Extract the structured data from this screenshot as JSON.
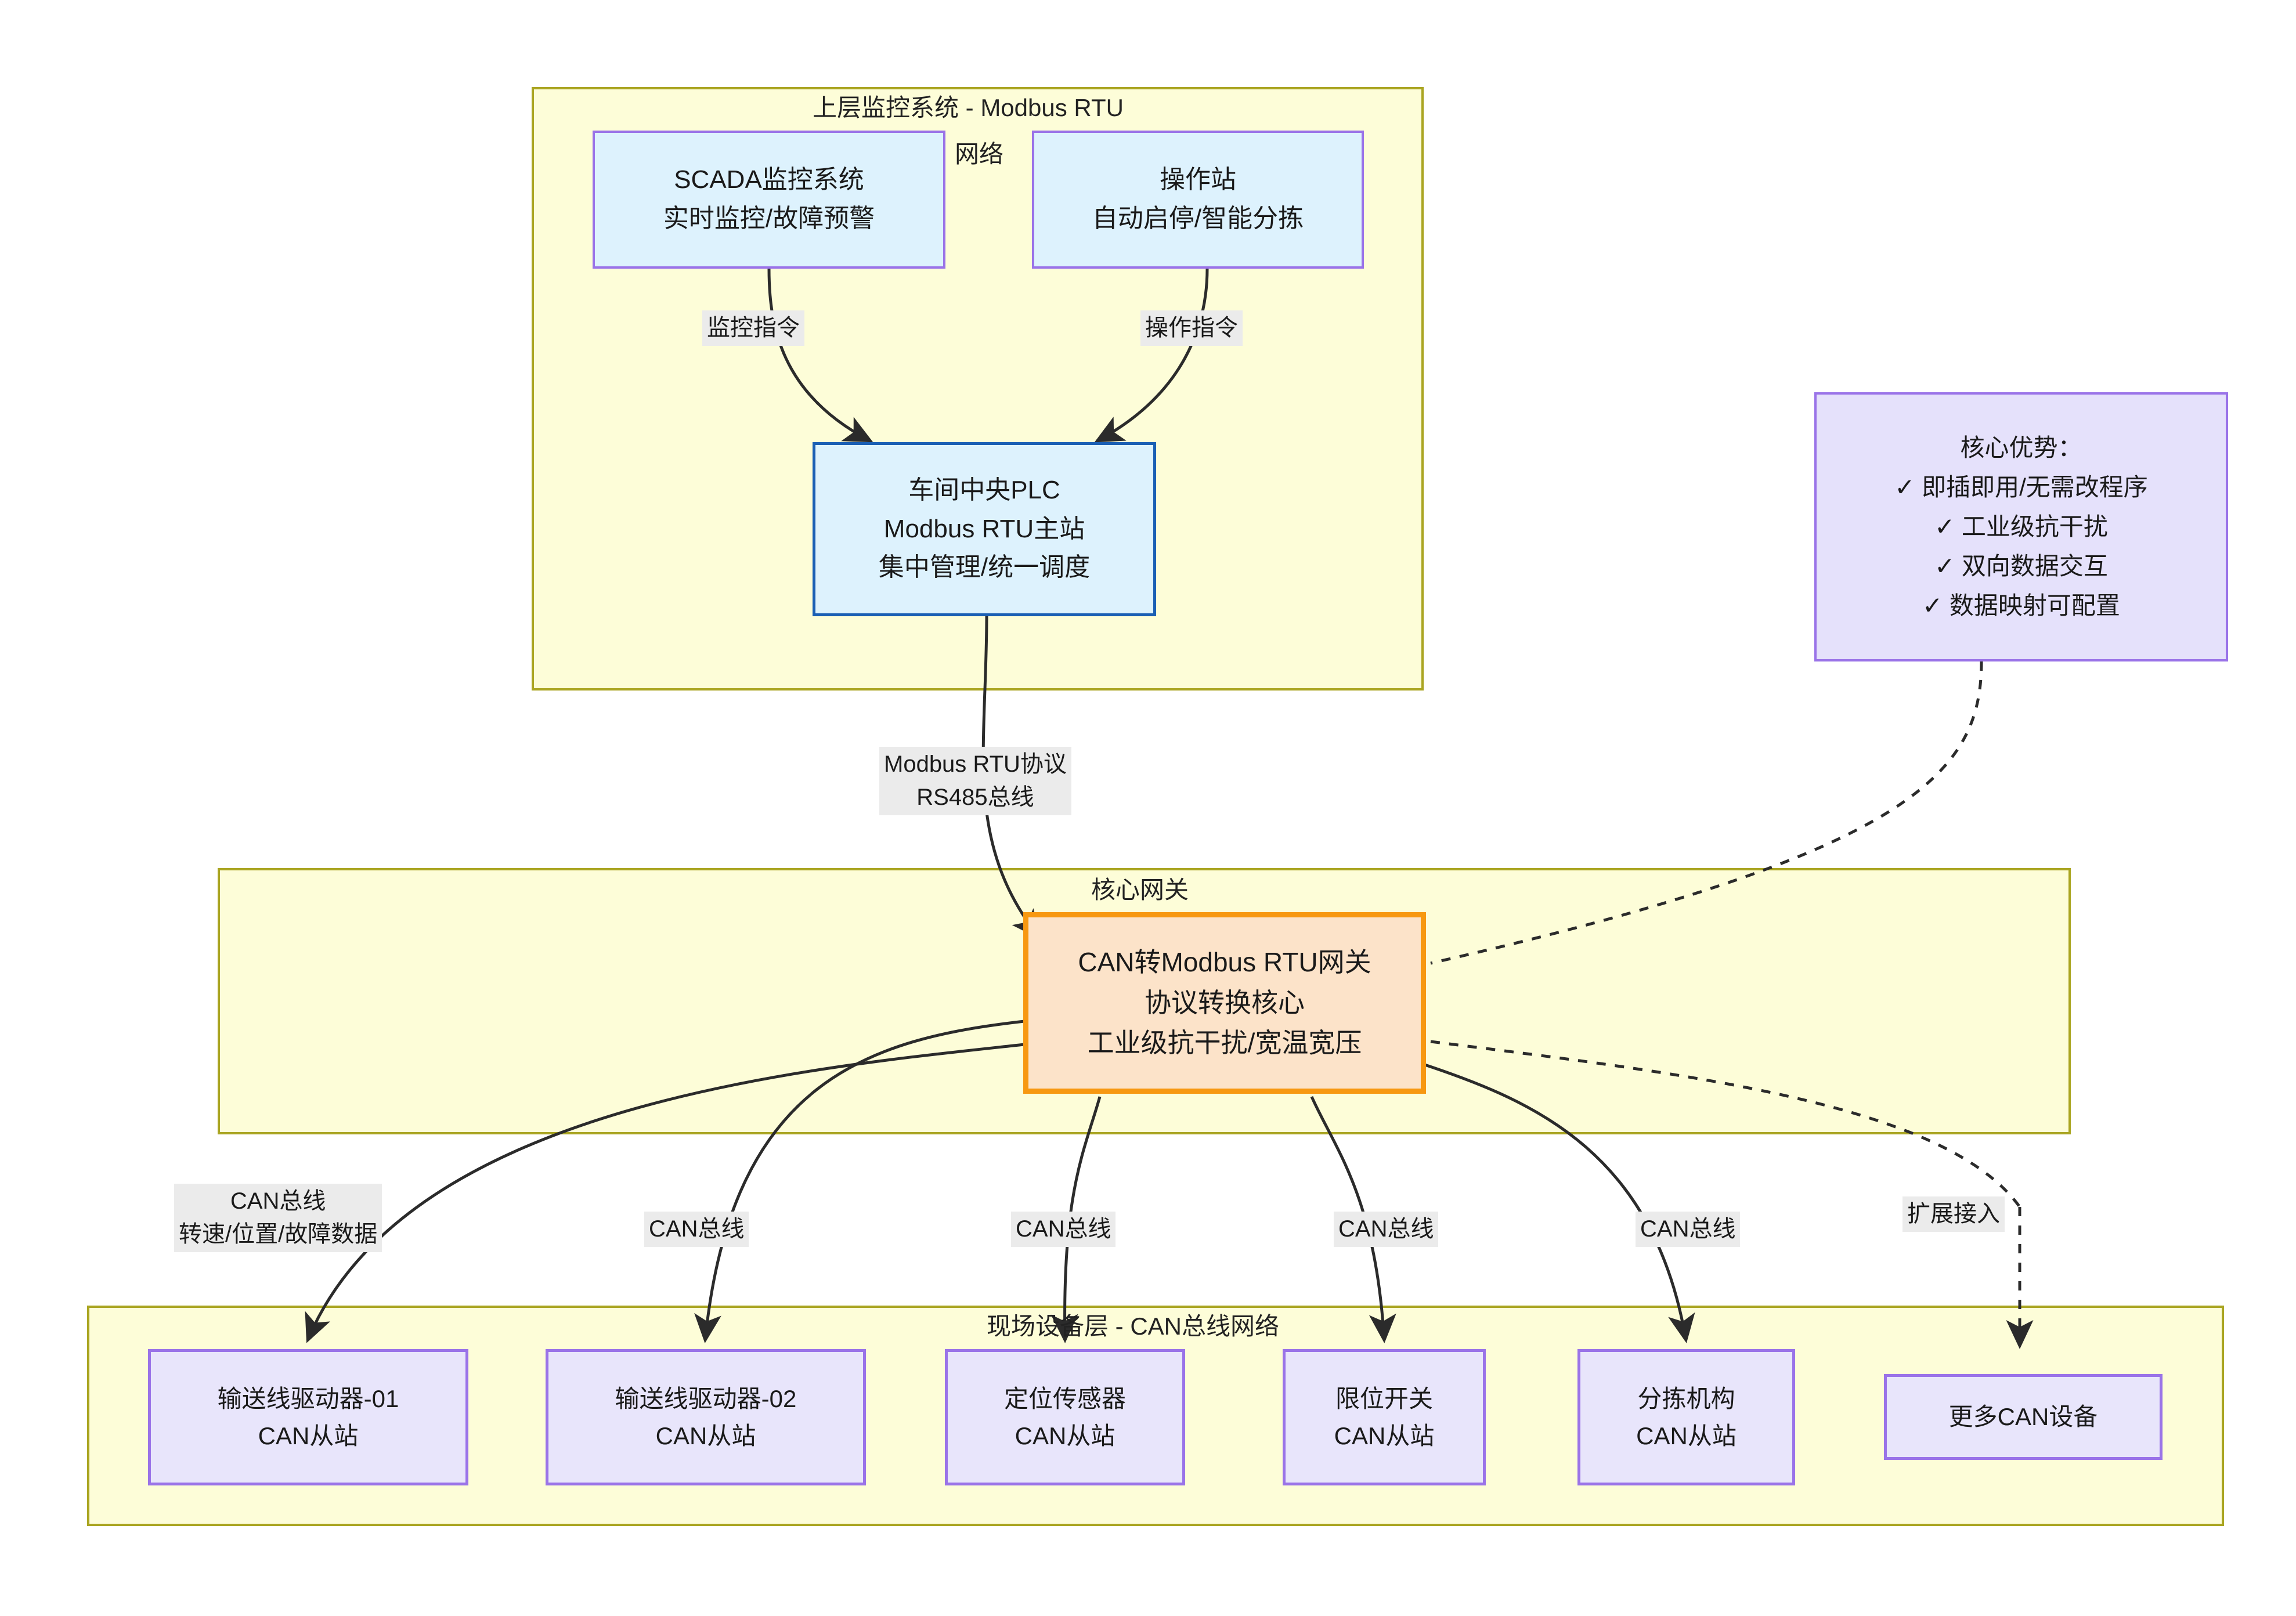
{
  "groups": {
    "upper": {
      "title": "上层监控系统 - Modbus RTU"
    },
    "gateway": {
      "title": "核心网关"
    },
    "field": {
      "title": "现场设备层 - CAN总线网络"
    }
  },
  "floating": {
    "network": "网络"
  },
  "nodes": {
    "scada": {
      "line1": "SCADA监控系统",
      "line2": "实时监控/故障预警"
    },
    "operator": {
      "line1": "操作站",
      "line2": "自动启停/智能分拣"
    },
    "plc": {
      "line1": "车间中央PLC",
      "line2": "Modbus RTU主站",
      "line3": "集中管理/统一调度"
    },
    "gateway": {
      "line1": "CAN转Modbus RTU网关",
      "line2": "协议转换核心",
      "line3": "工业级抗干扰/宽温宽压"
    },
    "advantages": {
      "title": "核心优势：",
      "items": [
        "✓ 即插即用/无需改程序",
        "✓ 工业级抗干扰",
        "✓ 双向数据交互",
        "✓ 数据映射可配置"
      ]
    },
    "devices": [
      {
        "name": "输送线驱动器-01",
        "role": "CAN从站"
      },
      {
        "name": "输送线驱动器-02",
        "role": "CAN从站"
      },
      {
        "name": "定位传感器",
        "role": "CAN从站"
      },
      {
        "name": "限位开关",
        "role": "CAN从站"
      },
      {
        "name": "分拣机构",
        "role": "CAN从站"
      },
      {
        "name": "更多CAN设备",
        "role": ""
      }
    ]
  },
  "edge_labels": {
    "monitor_cmd": "监控指令",
    "operate_cmd": "操作指令",
    "modbus_line1": "Modbus RTU协议",
    "modbus_line2": "RS485总线",
    "can_bus_1_line1": "CAN总线",
    "can_bus_1_line2": "转速/位置/故障数据",
    "can_bus_2": "CAN总线",
    "can_bus_3": "CAN总线",
    "can_bus_4": "CAN总线",
    "can_bus_5": "CAN总线",
    "expand": "扩展接入"
  },
  "colors": {
    "group_fill": "#fdfdd8",
    "group_border": "#aaa522",
    "blue_fill": "#ddf2fd",
    "purple_border": "#9a73e8",
    "plc_border": "#1a5fb4",
    "gateway_fill": "#fce3c9",
    "gateway_border": "#f79811",
    "device_fill": "#e8e5fb",
    "advantage_fill": "#e5e1fb",
    "edge_label_bg": "#ebebeb",
    "edge_stroke": "#2b2b2b"
  }
}
